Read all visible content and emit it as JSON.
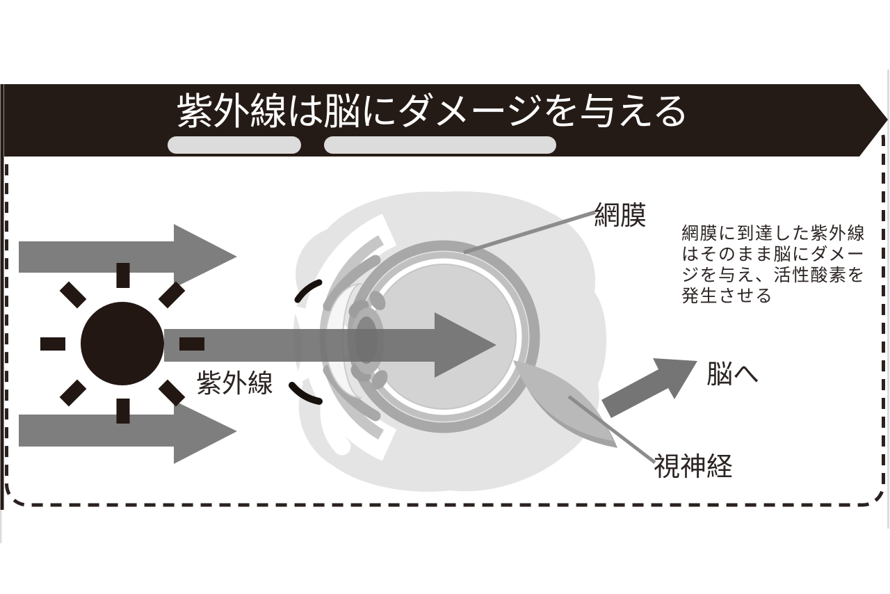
{
  "banner": {
    "title": "紫外線は脳にダメージを与える",
    "bg_color": "#251b16",
    "underline_color": "#dcdcdc"
  },
  "diagram": {
    "sun_color": "#221713",
    "uv_arrow_color": "#6e6e6e",
    "brain_arrow_color": "#757575",
    "eye_socket_color": "#e4e4e4",
    "sclera_ring_color": "#a8a8a8",
    "eye_interior_color": "#d3d3d3",
    "optic_nerve_color": "#b9b9b9",
    "labels": {
      "uv": "紫外線",
      "retina": "網膜",
      "optic_nerve": "視神経",
      "to_brain": "脳へ",
      "note": "網膜に到達した紫外線\nはそのまま脳にダメー\nジを与え、活性酸素を\n発生させる"
    }
  }
}
